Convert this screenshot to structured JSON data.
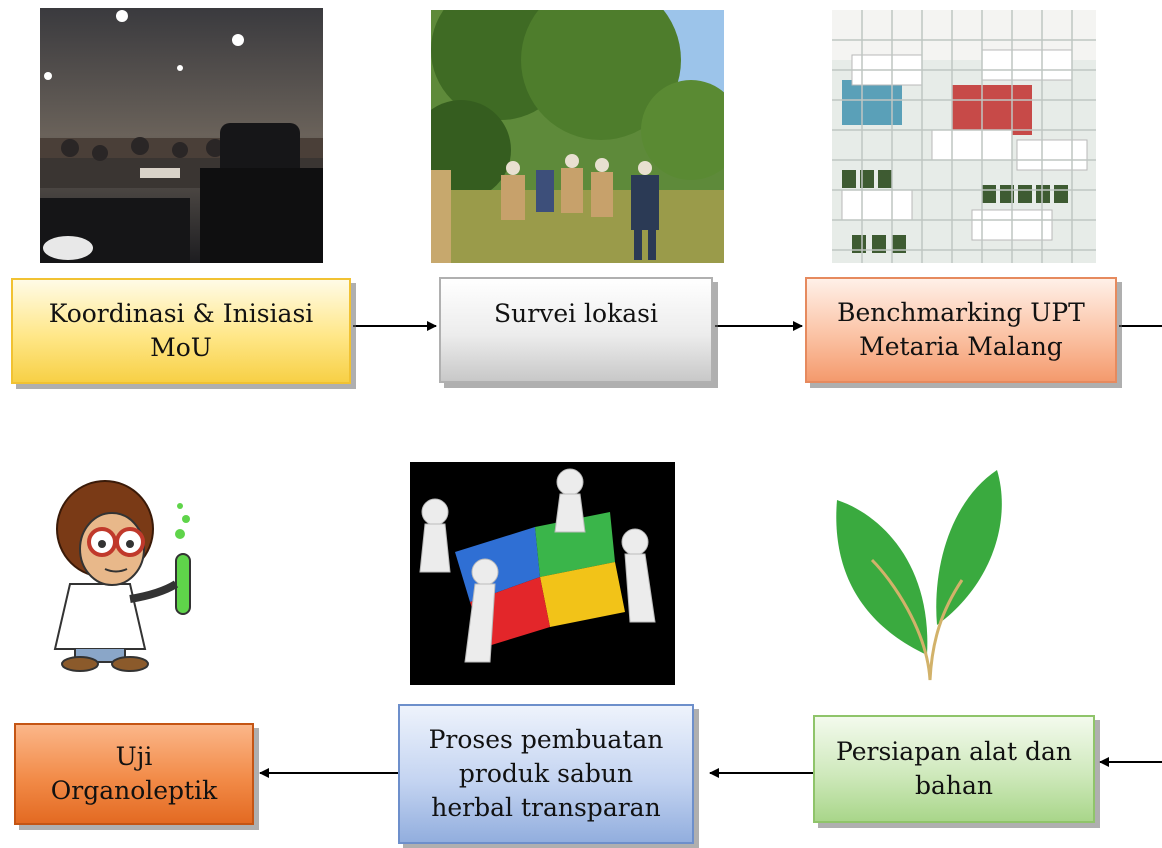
{
  "boxes": {
    "koordinasi": {
      "line1": "Koordinasi & Inisiasi",
      "line2": "MoU"
    },
    "survei": {
      "line1": "Survei lokasi"
    },
    "benchmarking": {
      "line1": "Benchmarking UPT",
      "line2": "Metaria Malang"
    },
    "uji": {
      "line1": "Uji",
      "line2": "Organoleptik"
    },
    "proses": {
      "line1": "Proses pembuatan",
      "line2": "produk sabun",
      "line3": "herbal transparan"
    },
    "persiapan": {
      "line1": "Persiapan alat dan",
      "line2": "bahan"
    }
  },
  "images": [
    {
      "name": "meeting-room-photo"
    },
    {
      "name": "field-survey-photo"
    },
    {
      "name": "herbal-shelf-photo"
    },
    {
      "name": "scientist-cartoon"
    },
    {
      "name": "puzzle-teamwork-illustration"
    },
    {
      "name": "green-leaves-icon"
    }
  ],
  "colors": {
    "koordinasi": "#ffe788",
    "survei": "#ececec",
    "benchmarking": "#fbc3a5",
    "uji": "#f28b48",
    "proses": "#c4d4f1",
    "persiapan": "#cfe9bc"
  }
}
